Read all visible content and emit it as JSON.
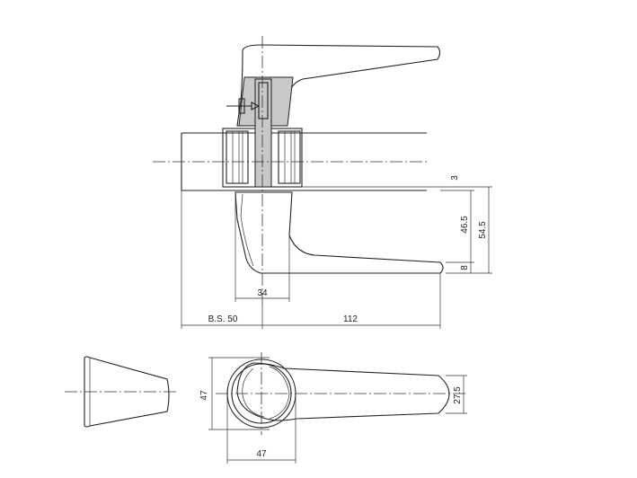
{
  "dimensions": {
    "rose_width": "34",
    "backset": "B.S. 50",
    "lever_length": "112",
    "gap": "3",
    "lever_drop": "46.5",
    "total_height": "54.5",
    "lever_thickness": "8",
    "rose_height": "47",
    "rose_diameter": "47",
    "grip_width": "27.5"
  }
}
